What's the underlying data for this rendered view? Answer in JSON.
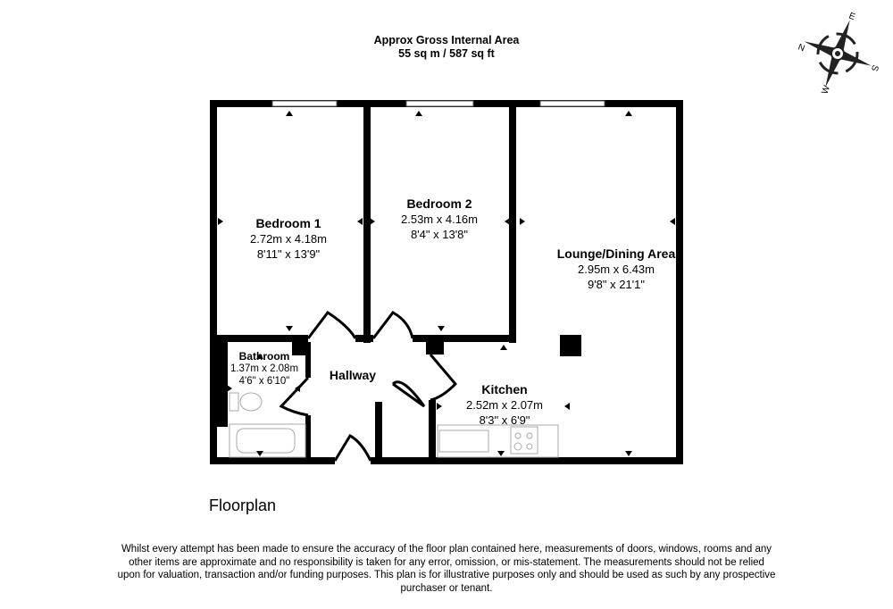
{
  "header": {
    "line1": "Approx Gross Internal Area",
    "line2": "55 sq m / 587 sq ft"
  },
  "compass": {
    "n": "N",
    "e": "E",
    "s": "S",
    "w": "W"
  },
  "rooms": [
    {
      "name": "Bedroom 1",
      "metric": "2.72m x 4.18m",
      "imperial": "8'11\" x 13'9\""
    },
    {
      "name": "Bedroom 2",
      "metric": "2.53m x 4.16m",
      "imperial": "8'4\" x 13'8\""
    },
    {
      "name": "Lounge/Dining Area",
      "metric": "2.95m x 6.43m",
      "imperial": "9'8\" x 21'1\""
    },
    {
      "name": "Bathroom",
      "metric": "1.37m x 2.08m",
      "imperial": "4'6\" x 6'10\""
    },
    {
      "name": "Hallway"
    },
    {
      "name": "Kitchen",
      "metric": "2.52m x 2.07m",
      "imperial": "8'3\" x 6'9\""
    }
  ],
  "title": "Floorplan",
  "disclaimer": "Whilst every attempt has been made to ensure the accuracy of the floor plan contained here, measurements of doors, windows, rooms and any other items are approximate and no responsibility is taken for any error, omission, or mis-statement. The measurements should not be relied upon for valuation, transaction and/or funding purposes. This plan is for illustrative purposes only and should be used as such by any prospective purchaser or tenant."
}
